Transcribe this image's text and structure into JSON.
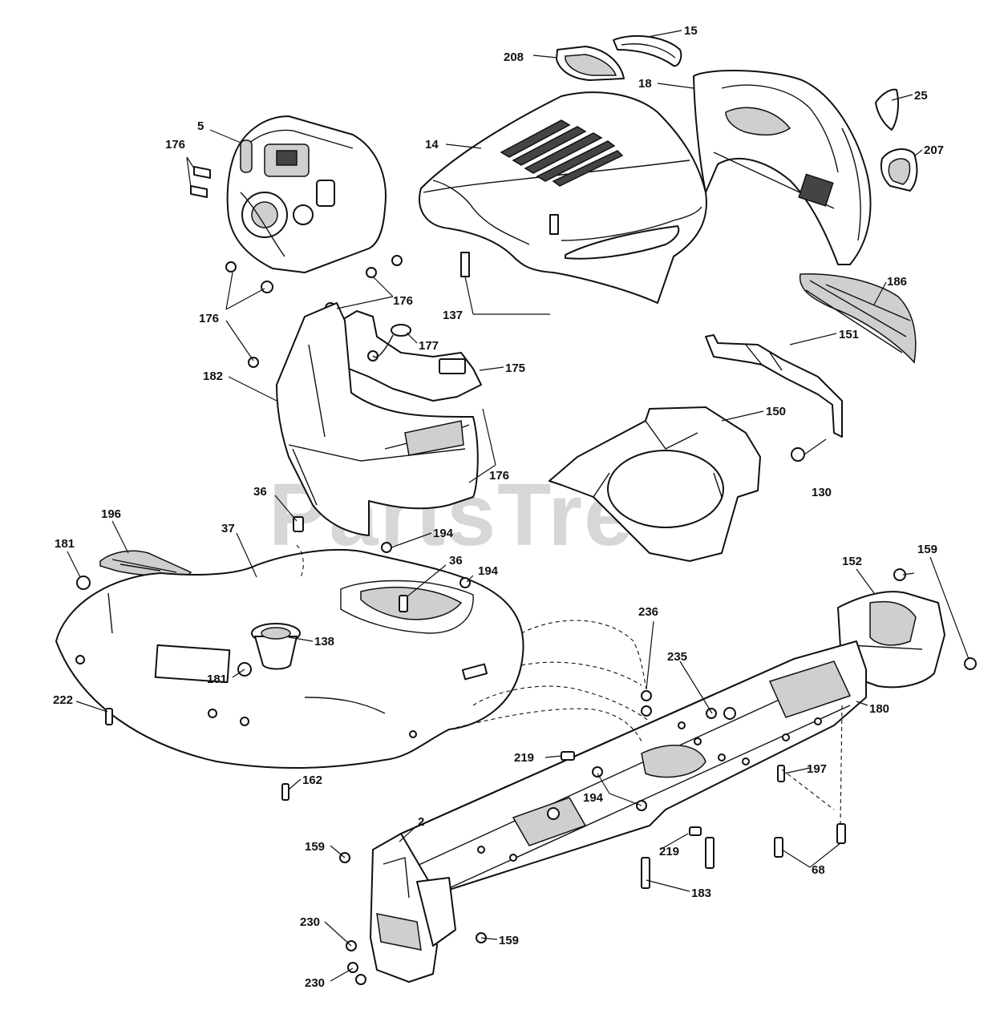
{
  "watermark": "PartsTree",
  "callouts": [
    {
      "id": "c15",
      "label": "15"
    },
    {
      "id": "c208",
      "label": "208"
    },
    {
      "id": "c18",
      "label": "18"
    },
    {
      "id": "c25",
      "label": "25"
    },
    {
      "id": "c207",
      "label": "207"
    },
    {
      "id": "c5",
      "label": "5"
    },
    {
      "id": "c176a",
      "label": "176"
    },
    {
      "id": "c14",
      "label": "14"
    },
    {
      "id": "c176b",
      "label": "176"
    },
    {
      "id": "c176c",
      "label": "176"
    },
    {
      "id": "c137",
      "label": "137"
    },
    {
      "id": "c186",
      "label": "186"
    },
    {
      "id": "c177",
      "label": "177"
    },
    {
      "id": "c151",
      "label": "151"
    },
    {
      "id": "c175",
      "label": "175"
    },
    {
      "id": "c182",
      "label": "182"
    },
    {
      "id": "c150",
      "label": "150"
    },
    {
      "id": "c176d",
      "label": "176"
    },
    {
      "id": "c130",
      "label": "130"
    },
    {
      "id": "c36a",
      "label": "36"
    },
    {
      "id": "c196",
      "label": "196"
    },
    {
      "id": "c37",
      "label": "37"
    },
    {
      "id": "c194a",
      "label": "194"
    },
    {
      "id": "c181a",
      "label": "181"
    },
    {
      "id": "c36b",
      "label": "36"
    },
    {
      "id": "c194b",
      "label": "194"
    },
    {
      "id": "c152",
      "label": "152"
    },
    {
      "id": "c159a",
      "label": "159"
    },
    {
      "id": "c138",
      "label": "138"
    },
    {
      "id": "c236",
      "label": "236"
    },
    {
      "id": "c235",
      "label": "235"
    },
    {
      "id": "c181b",
      "label": "181"
    },
    {
      "id": "c222",
      "label": "222"
    },
    {
      "id": "c180",
      "label": "180"
    },
    {
      "id": "c219a",
      "label": "219"
    },
    {
      "id": "c197",
      "label": "197"
    },
    {
      "id": "c162",
      "label": "162"
    },
    {
      "id": "c194c",
      "label": "194"
    },
    {
      "id": "c2",
      "label": "2"
    },
    {
      "id": "c159b",
      "label": "159"
    },
    {
      "id": "c219b",
      "label": "219"
    },
    {
      "id": "c68",
      "label": "68"
    },
    {
      "id": "c183",
      "label": "183"
    },
    {
      "id": "c230a",
      "label": "230"
    },
    {
      "id": "c159c",
      "label": "159"
    },
    {
      "id": "c230b",
      "label": "230"
    }
  ]
}
